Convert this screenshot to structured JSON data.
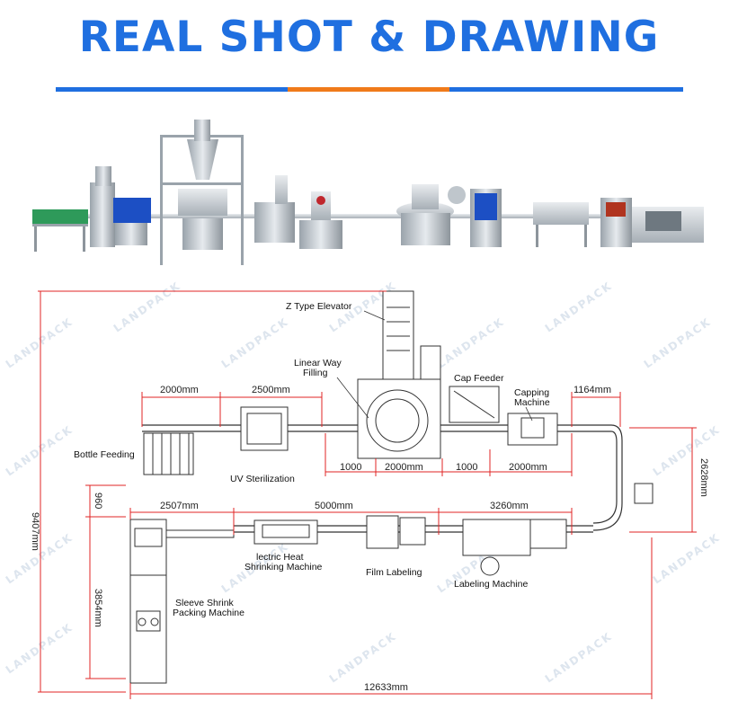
{
  "header": {
    "title": "REAL SHOT & DRAWING"
  },
  "colors": {
    "accent_blue": "#1f6fe0",
    "accent_orange": "#f07a1a",
    "dimension_red": "#e02424",
    "line_dark": "#333333"
  },
  "watermark": {
    "text": "LANDPACK"
  },
  "dimensions": {
    "d2000a": "2000mm",
    "d2500": "2500mm",
    "d1164": "1164mm",
    "d1000a": "1000",
    "d2000b": "2000mm",
    "d1000b": "1000",
    "d2000c": "2000mm",
    "d2628": "2628mm",
    "d9407": "9407mm",
    "d960": "960",
    "d2507": "2507mm",
    "d5000": "5000mm",
    "d3260": "3260mm",
    "d3854": "3854mm",
    "d12633": "12633mm"
  },
  "labels": {
    "z_elevator": "Z Type Elevator",
    "linear_filling": [
      "Linear Way",
      "Filling"
    ],
    "cap_feeder": "Cap Feeder",
    "capping": [
      "Capping",
      "Machine"
    ],
    "bottle_feeding": "Bottle Feeding",
    "uv": "UV Sterilization",
    "heat_shrink": [
      "lectric Heat",
      "Shrinking Machine"
    ],
    "film_labeling": "Film Labeling",
    "labeling": "Labeling Machine",
    "sleeve": [
      "Sleeve Shrink",
      "Packing Machine"
    ]
  }
}
